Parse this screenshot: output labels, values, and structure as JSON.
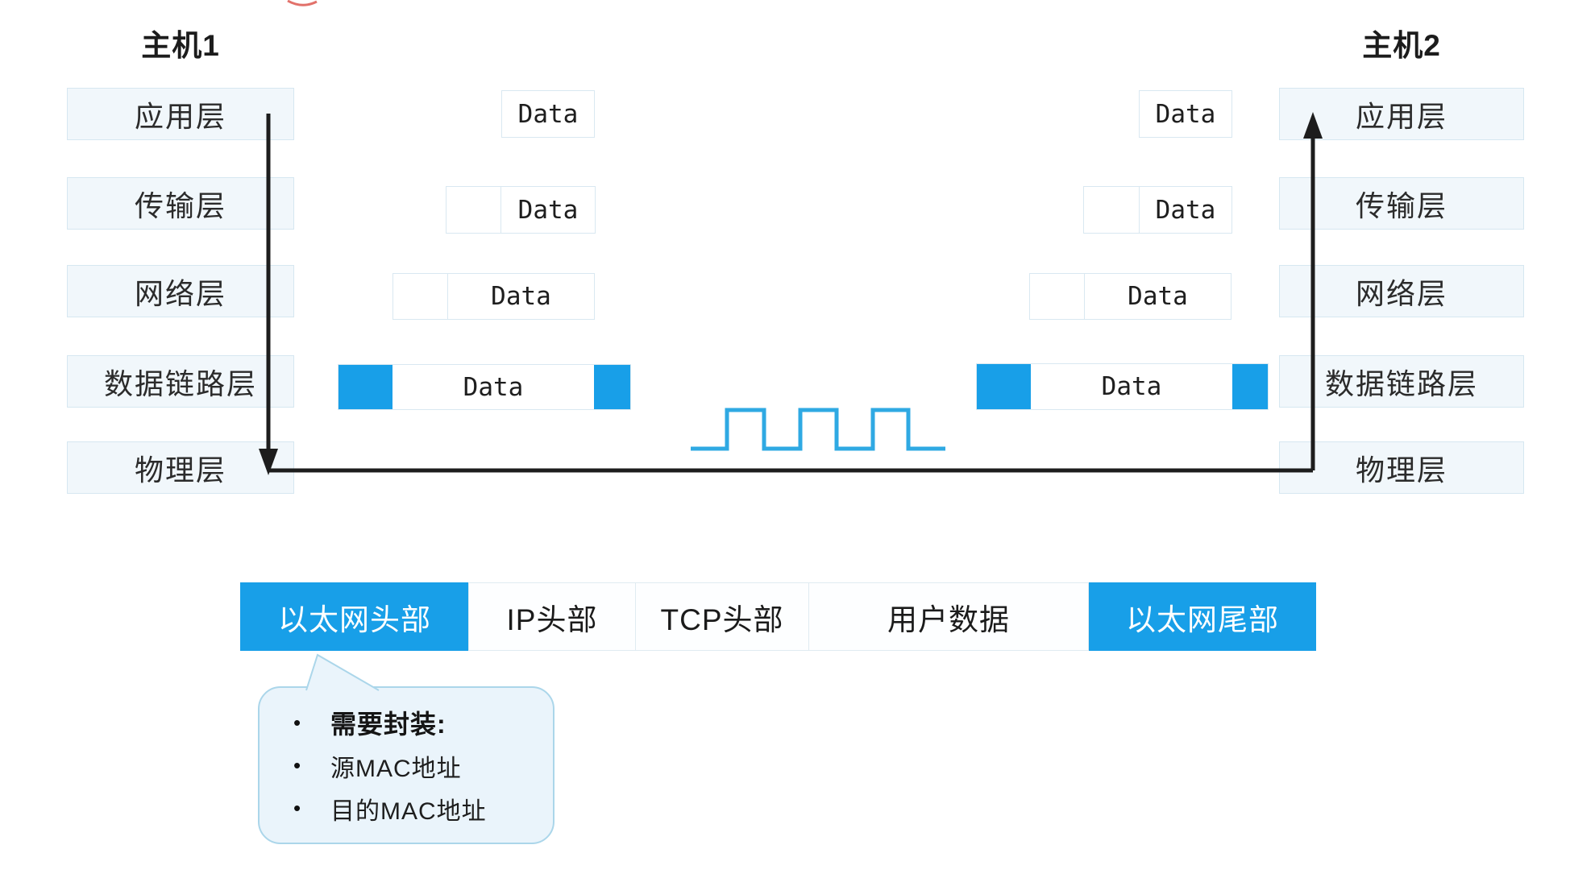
{
  "host1": {
    "title": "主机1",
    "layers": [
      "应用层",
      "传输层",
      "网络层",
      "数据链路层",
      "物理层"
    ]
  },
  "host2": {
    "title": "主机2",
    "layers": [
      "应用层",
      "传输层",
      "网络层",
      "数据链路层",
      "物理层"
    ]
  },
  "pdu": {
    "data_label": "Data"
  },
  "frame": {
    "ethernet_header": "以太网头部",
    "ip_header": "IP头部",
    "tcp_header": "TCP头部",
    "user_data": "用户数据",
    "ethernet_trailer": "以太网尾部"
  },
  "callout": {
    "bullet": "•",
    "items": [
      {
        "text": "需要封装:",
        "bold": true
      },
      {
        "text": "源MAC地址",
        "bold": false
      },
      {
        "text": "目的MAC地址",
        "bold": false
      }
    ]
  },
  "icons": {
    "signal_wave": "square-wave",
    "host1_flow_arrow": "down-arrow",
    "host2_flow_arrow": "up-arrow"
  },
  "colors": {
    "accent_blue": "#189fe8",
    "wave_blue": "#2fa9e3",
    "layer_fill": "#f1f7fb",
    "layer_border": "#d6e7f1",
    "arrow_black": "#1d1d1d",
    "callout_fill": "#eaf4fb",
    "callout_border": "#abd6ea",
    "annotation_red": "#dd5850"
  }
}
